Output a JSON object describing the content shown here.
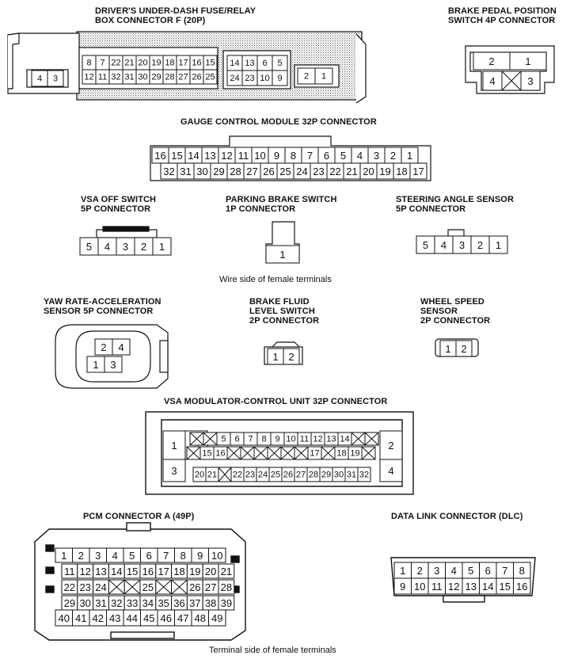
{
  "labels": {
    "fuse_box": [
      "DRIVER'S UNDER-DASH FUSE/RELAY",
      "BOX CONNECTOR F (20P)"
    ],
    "brake_pedal": [
      "BRAKE PEDAL POSITION",
      "SWITCH 4P CONNECTOR"
    ],
    "gauge": "GAUGE CONTROL MODULE 32P CONNECTOR",
    "vsa_off": [
      "VSA OFF SWITCH",
      "5P CONNECTOR"
    ],
    "parking": [
      "PARKING BRAKE SWITCH",
      "1P CONNECTOR"
    ],
    "steering": [
      "STEERING ANGLE SENSOR",
      "5P CONNECTOR"
    ],
    "wire_side": "Wire side of female terminals",
    "yaw": [
      "YAW RATE-ACCELERATION",
      "SENSOR 5P CONNECTOR"
    ],
    "brake_fluid": [
      "BRAKE FLUID",
      "LEVEL SWITCH",
      "2P CONNECTOR"
    ],
    "wheel_speed": [
      "WHEEL SPEED",
      "SENSOR",
      "2P CONNECTOR"
    ],
    "vsa_mod": "VSA MODULATOR-CONTROL UNIT 32P CONNECTOR",
    "pcm": "PCM CONNECTOR A (49P)",
    "dlc": "DATA LINK CONNECTOR (DLC)",
    "terminal_side": "Terminal side of female terminals"
  },
  "fuse_box": {
    "left_pins": [
      "4",
      "3"
    ],
    "main_top": [
      "8",
      "7",
      "22",
      "21",
      "20",
      "19",
      "18",
      "17",
      "16",
      "15"
    ],
    "main_bottom": [
      "12",
      "11",
      "32",
      "31",
      "30",
      "29",
      "28",
      "27",
      "26",
      "25"
    ],
    "mid_top": [
      "14",
      "13",
      "6",
      "5"
    ],
    "mid_bottom": [
      "24",
      "23",
      "10",
      "9"
    ],
    "right_pins": [
      "2",
      "1"
    ]
  },
  "brake_pedal": {
    "top": [
      "2",
      "1"
    ],
    "bottom": [
      "4",
      "X",
      "3"
    ]
  },
  "gauge": {
    "top": [
      "16",
      "15",
      "14",
      "13",
      "12",
      "11",
      "10",
      "9",
      "8",
      "7",
      "6",
      "5",
      "4",
      "3",
      "2",
      "1"
    ],
    "bottom": [
      "32",
      "31",
      "30",
      "29",
      "28",
      "27",
      "26",
      "25",
      "24",
      "23",
      "22",
      "21",
      "20",
      "19",
      "18",
      "17"
    ]
  },
  "vsa_off": [
    "5",
    "4",
    "3",
    "2",
    "1"
  ],
  "parking": [
    "1"
  ],
  "steering": [
    "5",
    "4",
    "3",
    "2",
    "1"
  ],
  "yaw": {
    "top": [
      "2",
      "4"
    ],
    "bottom": [
      "1",
      "3"
    ]
  },
  "brake_fluid": [
    "1",
    "2"
  ],
  "wheel_speed": [
    "1",
    "2"
  ],
  "vsa_mod": {
    "side_left": [
      "1",
      "3"
    ],
    "side_right": [
      "2",
      "4"
    ],
    "row1": [
      "X",
      "X",
      "5",
      "6",
      "7",
      "8",
      "9",
      "10",
      "11",
      "12",
      "13",
      "14",
      "X",
      "X"
    ],
    "row2": [
      "X",
      "15",
      "16",
      "X",
      "X",
      "X",
      "X",
      "X",
      "X",
      "17",
      "X",
      "18",
      "19",
      "X"
    ],
    "row3": [
      "20",
      "21",
      "X",
      "22",
      "23",
      "24",
      "25",
      "26",
      "27",
      "28",
      "29",
      "30",
      "31",
      "32"
    ]
  },
  "pcm": {
    "row1": [
      "1",
      "2",
      "3",
      "4",
      "5",
      "6",
      "7",
      "8",
      "9",
      "10"
    ],
    "row2": [
      "11",
      "12",
      "13",
      "14",
      "15",
      "16",
      "17",
      "18",
      "19",
      "20",
      "21"
    ],
    "row3": [
      "22",
      "23",
      "24",
      "X",
      "X",
      "25",
      "X",
      "X",
      "26",
      "27",
      "28"
    ],
    "row4": [
      "29",
      "30",
      "31",
      "32",
      "33",
      "34",
      "35",
      "36",
      "37",
      "38",
      "39"
    ],
    "row5": [
      "40",
      "41",
      "42",
      "43",
      "44",
      "45",
      "46",
      "47",
      "48",
      "49"
    ]
  },
  "dlc": {
    "top": [
      "1",
      "2",
      "3",
      "4",
      "5",
      "6",
      "7",
      "8"
    ],
    "bottom": [
      "9",
      "10",
      "11",
      "12",
      "13",
      "14",
      "15",
      "16"
    ]
  }
}
